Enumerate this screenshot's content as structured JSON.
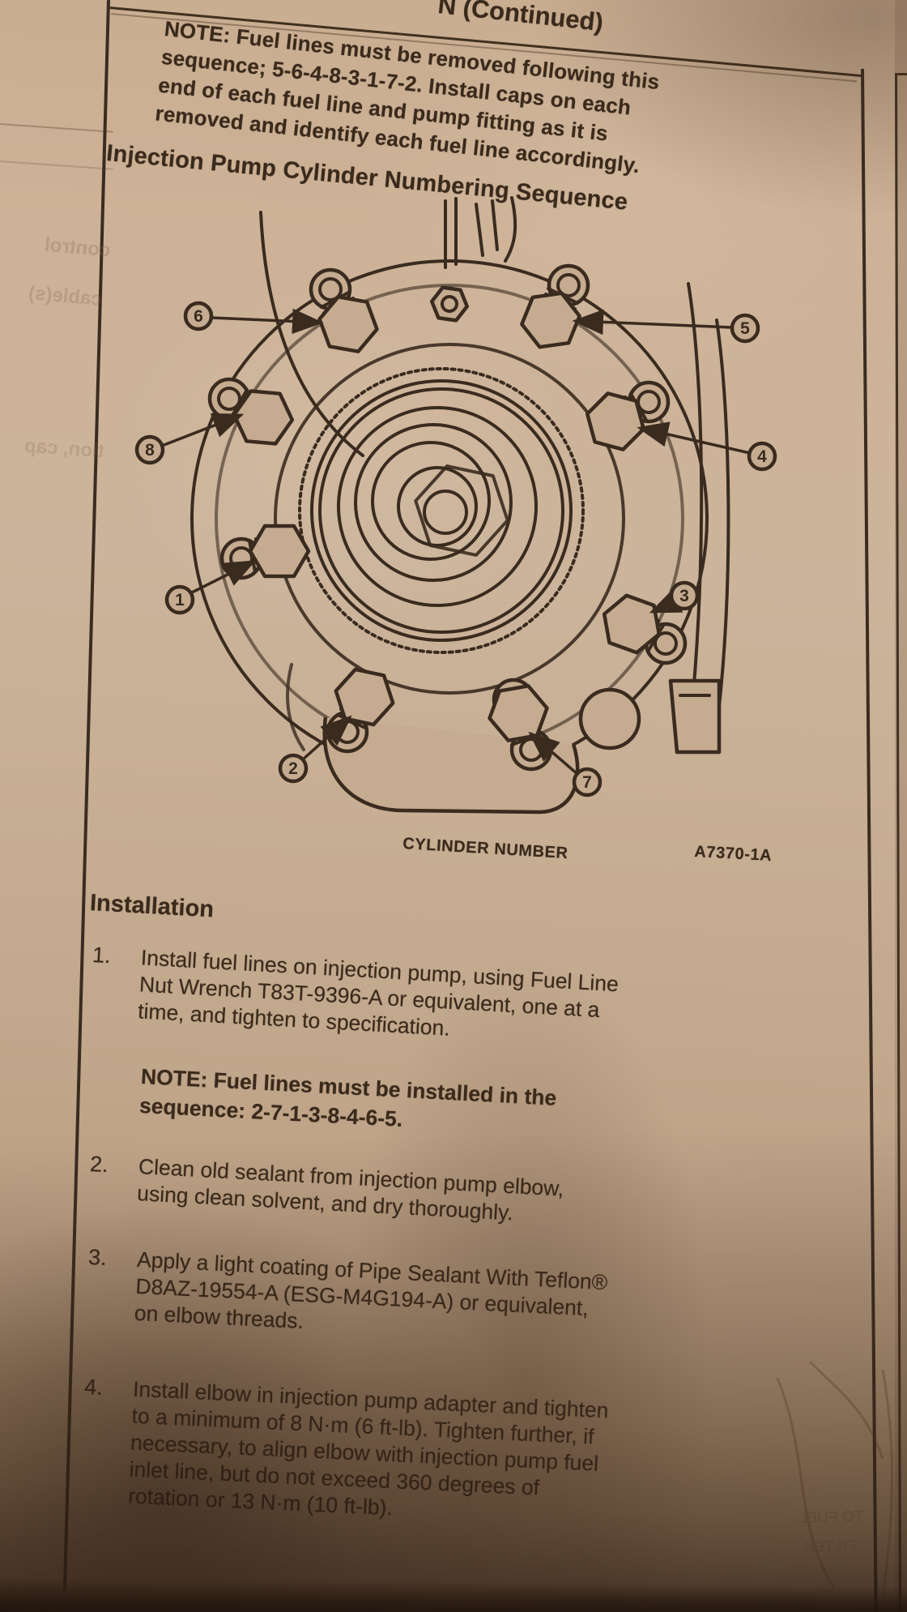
{
  "header": {
    "continued": "N (Continued)"
  },
  "top_note": {
    "lines": [
      "NOTE: Fuel lines must be removed following this",
      "sequence; 5-6-4-8-3-1-7-2. Install caps on each",
      "end of each fuel line and pump fitting as it is",
      "removed and identify each fuel line accordingly."
    ]
  },
  "figure": {
    "heading": "Injection Pump Cylinder Numbering Sequence",
    "caption": "CYLINDER NUMBER",
    "figure_number": "A7370-1A",
    "callouts": [
      "1",
      "2",
      "3",
      "4",
      "5",
      "6",
      "7",
      "8"
    ]
  },
  "installation": {
    "heading": "Installation",
    "steps": [
      {
        "number": "1.",
        "lines": [
          "Install fuel lines on injection pump, using Fuel Line",
          "Nut Wrench T83T-9396-A or equivalent, one at a",
          "time, and tighten to specification."
        ]
      },
      {
        "number": "2.",
        "lines": [
          "Clean old sealant from injection pump elbow,",
          "using clean solvent, and dry thoroughly."
        ]
      },
      {
        "number": "3.",
        "lines": [
          "Apply a light coating of Pipe Sealant With Teflon®",
          "D8AZ-19554-A (ESG-M4G194-A) or equivalent,",
          "on elbow threads."
        ]
      },
      {
        "number": "4.",
        "lines": [
          "Install elbow in injection pump adapter and tighten",
          "to a minimum of 8 N·m (6 ft-lb). Tighten further, if",
          "necessary, to align elbow with injection pump fuel",
          "inlet line, but do not exceed 360 degrees of",
          "rotation or 13 N·m (10 ft-lb)."
        ]
      }
    ],
    "note": {
      "lines": [
        "NOTE: Fuel lines must be installed in the",
        "sequence: 2-7-1-3-8-4-6-5."
      ]
    }
  },
  "bleed_through": {
    "fragments": [
      "control",
      "cable(s)",
      "tion, cap",
      "TO FUEL",
      "FILTER"
    ]
  },
  "colors": {
    "paper": "#c8ae93",
    "ink": "#3f2e1f"
  }
}
